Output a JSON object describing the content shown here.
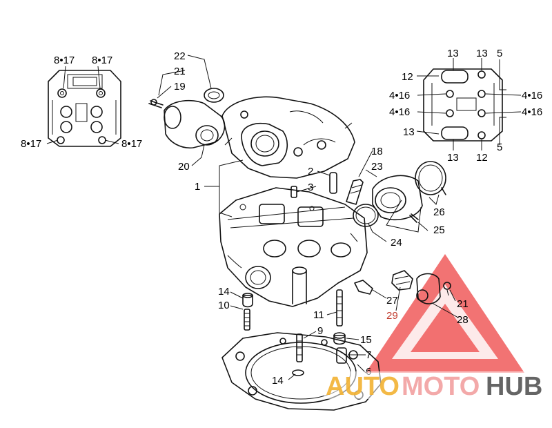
{
  "labels": {
    "l8_17_tl": "8•17",
    "l8_17_tr": "8•17",
    "l8_17_bl": "8•17",
    "l8_17_br": "8•17",
    "l22": "22",
    "l21_top": "21",
    "l19": "19",
    "l20": "20",
    "l1": "1",
    "l2": "2",
    "l3": "3",
    "l18": "18",
    "l23": "23",
    "l26": "26",
    "l25": "25",
    "l24": "24",
    "l13_a": "13",
    "l13_b": "13",
    "l5_top": "5",
    "l12_top": "12",
    "l4_16_a": "4•16",
    "l4_16_b": "4•16",
    "l4_16_c": "4•16",
    "l4_16_d": "4•16",
    "l13_c": "13",
    "l13_d": "13",
    "l12_bot": "12",
    "l5_bot": "5",
    "l14_top": "14",
    "l10": "10",
    "l27": "27",
    "l29": "29",
    "l21_right": "21",
    "l28": "28",
    "l11": "11",
    "l9": "9",
    "l15": "15",
    "l7": "7",
    "l6": "6",
    "l14_bot": "14"
  },
  "watermark": {
    "part1": "AUTO",
    "part2": "MOTO",
    "part3": "HUB",
    "colors": {
      "triangle": "#f05a5a",
      "auto": "#f2b233",
      "moto": "#f2a0a0",
      "hub": "#555555"
    }
  }
}
